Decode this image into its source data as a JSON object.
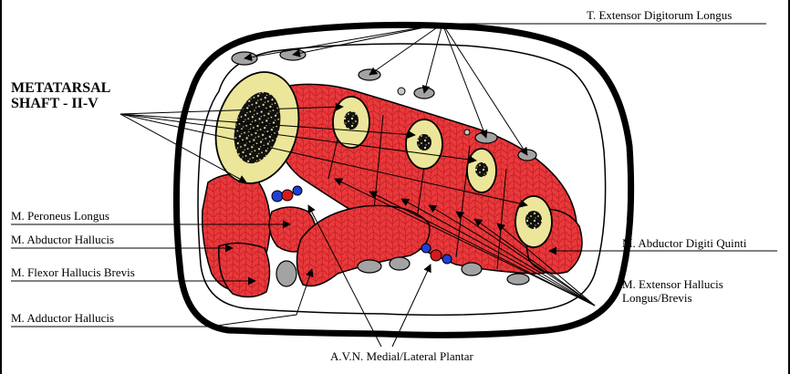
{
  "title": {
    "line1": "METATARSAL",
    "line2": "SHAFT - II-V"
  },
  "labels": {
    "extensor_digitorum": "T. Extensor Digitorum Longus",
    "peroneus_longus": "M. Peroneus Longus",
    "abductor_hallucis": "M. Abductor Hallucis",
    "flexor_hallucis_brevis": "M. Flexor Hallucis Brevis",
    "adductor_hallucis": "M. Adductor Hallucis",
    "abductor_digiti_quinti": "M. Abductor Digiti Quinti",
    "extensor_hallucis_line1": "M. Extensor Hallucis",
    "extensor_hallucis_line2": "Longus/Brevis",
    "avn_plantar": "A.V.N. Medial/Lateral Plantar"
  },
  "colors": {
    "muscle": "#e8393c",
    "muscle_texture": "#c41e22",
    "bone": "#ece69a",
    "marrow": "#111111",
    "tendon": "#a3a3a3",
    "artery": "#d7191c",
    "vein": "#1f3fd6",
    "outline": "#000000"
  }
}
